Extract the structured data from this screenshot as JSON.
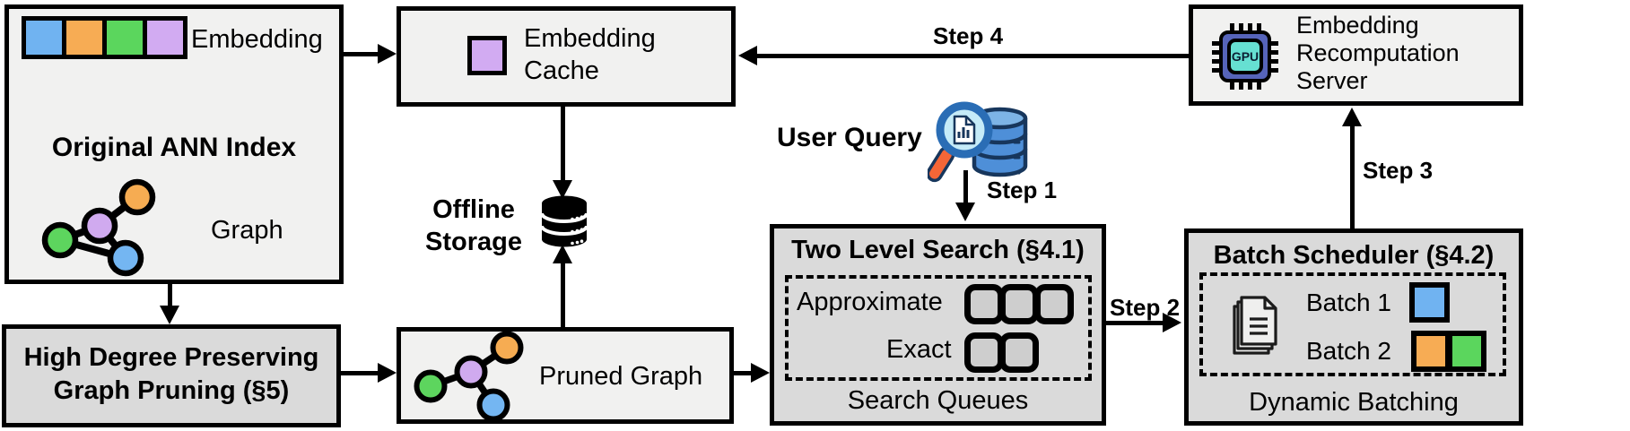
{
  "colors": {
    "canvas_bg": "#ffffff",
    "box_light": "#f1f1f0",
    "box_dark": "#dadada",
    "outline": "#000000",
    "embedding_blue": "#70b3f1",
    "embedding_orange": "#f7ac54",
    "embedding_green": "#5bd65d",
    "embedding_purple": "#d2abf2",
    "queue_slot_fill": "#cecece",
    "gpu_body": "#5664ba",
    "gpu_core": "#66e0d2",
    "query_db_blue": "#4e8fd8",
    "magnifier_rim": "#2a6db5",
    "magnifier_lens": "#c5ebf8",
    "magnifier_handle": "#f46637"
  },
  "boxes": {
    "ann_index": {
      "title": "Original ANN Index",
      "embedding_label": "Embedding",
      "graph_label": "Graph"
    },
    "graph_pruning": {
      "title": "High Degree Preserving\nGraph Pruning (§5)"
    },
    "embedding_cache": {
      "title": "Embedding\nCache"
    },
    "pruned_graph": {
      "label": "Pruned Graph"
    },
    "two_level_search": {
      "title": "Two Level Search (§4.1)",
      "approximate_label": "Approximate",
      "exact_label": "Exact",
      "caption": "Search Queues",
      "approximate_slots": 3,
      "exact_slots": 2
    },
    "batch_scheduler": {
      "title": "Batch Scheduler (§4.2)",
      "batch1_label": "Batch 1",
      "batch2_label": "Batch 2",
      "caption": "Dynamic Batching"
    },
    "recomputation_server": {
      "title": "Embedding\nRecomputation\nServer",
      "gpu_label": "GPU"
    }
  },
  "annotations": {
    "offline_storage": "Offline\nStorage",
    "user_query": "User Query"
  },
  "steps": {
    "step1": "Step 1",
    "step2": "Step 2",
    "step3": "Step 3",
    "step4": "Step 4"
  },
  "icons": {
    "embedding-vector-icon": "row of four colored squares (blue/orange/green/purple)",
    "graph-icon": "four colored nodes with black edges",
    "pruned-graph-icon": "four colored nodes, fewer edges",
    "cached-embedding-icon": "purple square",
    "offline-storage-database-icon": "black stacked database cylinder",
    "user-query-search-icon": "magnifying glass over blue database",
    "documents-icon": "stack of pages with text lines",
    "batch-chip-icon": "colored square",
    "gpu-chip-icon": "processor chip labeled GPU"
  }
}
